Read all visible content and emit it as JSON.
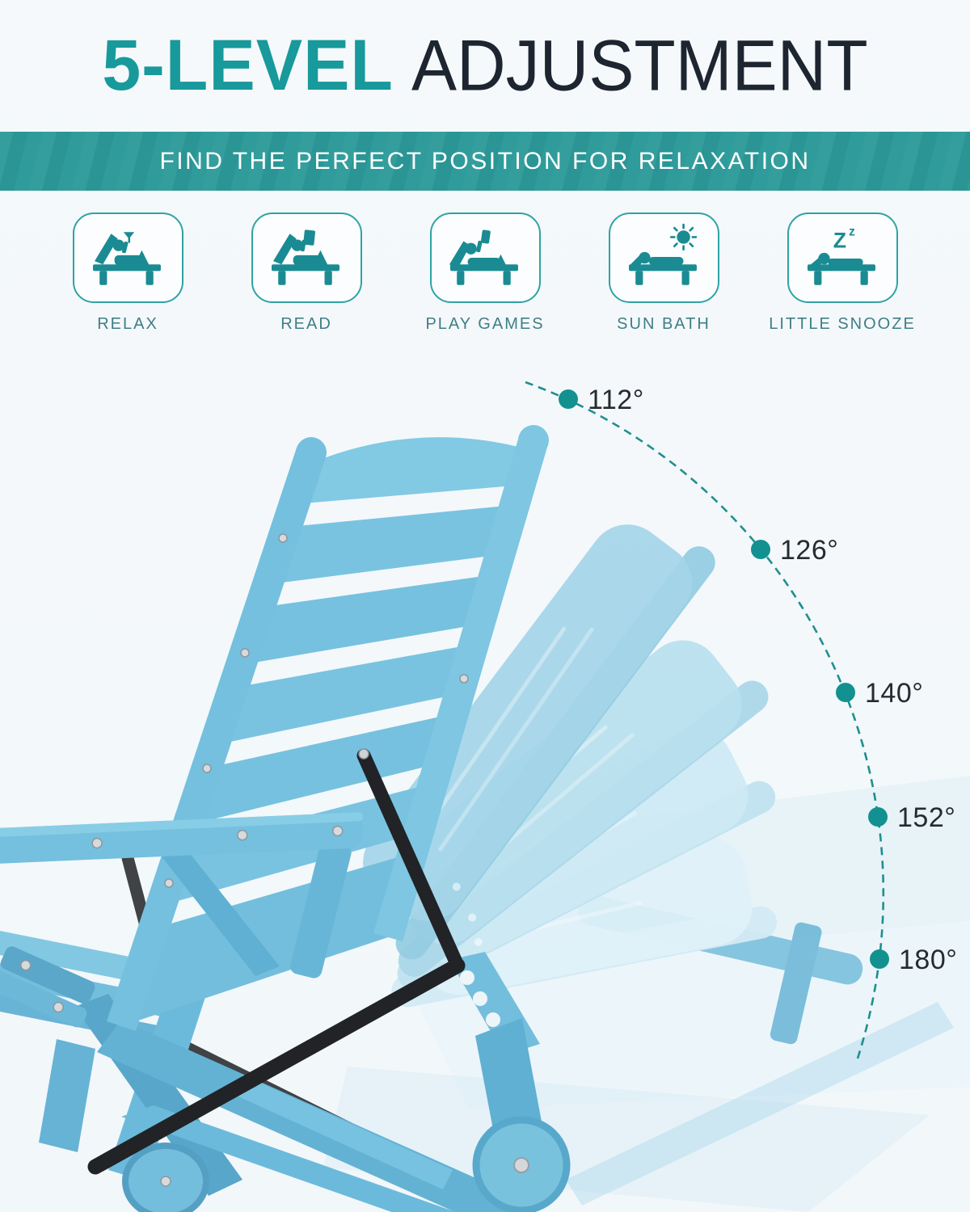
{
  "header": {
    "title_accent": "5-LEVEL",
    "title_rest": "ADJUSTMENT"
  },
  "banner": {
    "text": "FIND THE PERFECT POSITION FOR RELAXATION"
  },
  "positions": [
    {
      "label": "RELAX",
      "icon": "relax-lounger-icon"
    },
    {
      "label": "READ",
      "icon": "read-lounger-icon"
    },
    {
      "label": "PLAY GAMES",
      "icon": "play-games-lounger-icon"
    },
    {
      "label": "SUN BATH",
      "icon": "sun-bath-lounger-icon"
    },
    {
      "label": "LITTLE SNOOZE",
      "icon": "little-snooze-lounger-icon",
      "zz_big": "Z",
      "zz_small": "z"
    }
  ],
  "diagram": {
    "type": "recline-angle-diagram",
    "levels": 5,
    "angles": [
      {
        "value": 112,
        "label": "112°"
      },
      {
        "value": 126,
        "label": "126°"
      },
      {
        "value": 140,
        "label": "140°"
      },
      {
        "value": 152,
        "label": "152°"
      },
      {
        "value": 180,
        "label": "180°"
      }
    ]
  },
  "colors": {
    "accent_teal": "#18999b",
    "title_dark": "#1d2530",
    "banner_bg": "#2b9a99",
    "icon_teal": "#1a8b92",
    "chair_blue": "#74bedd",
    "ghost_blue": "#b9dfee",
    "dot_teal": "#139191",
    "support_black": "#212326"
  }
}
